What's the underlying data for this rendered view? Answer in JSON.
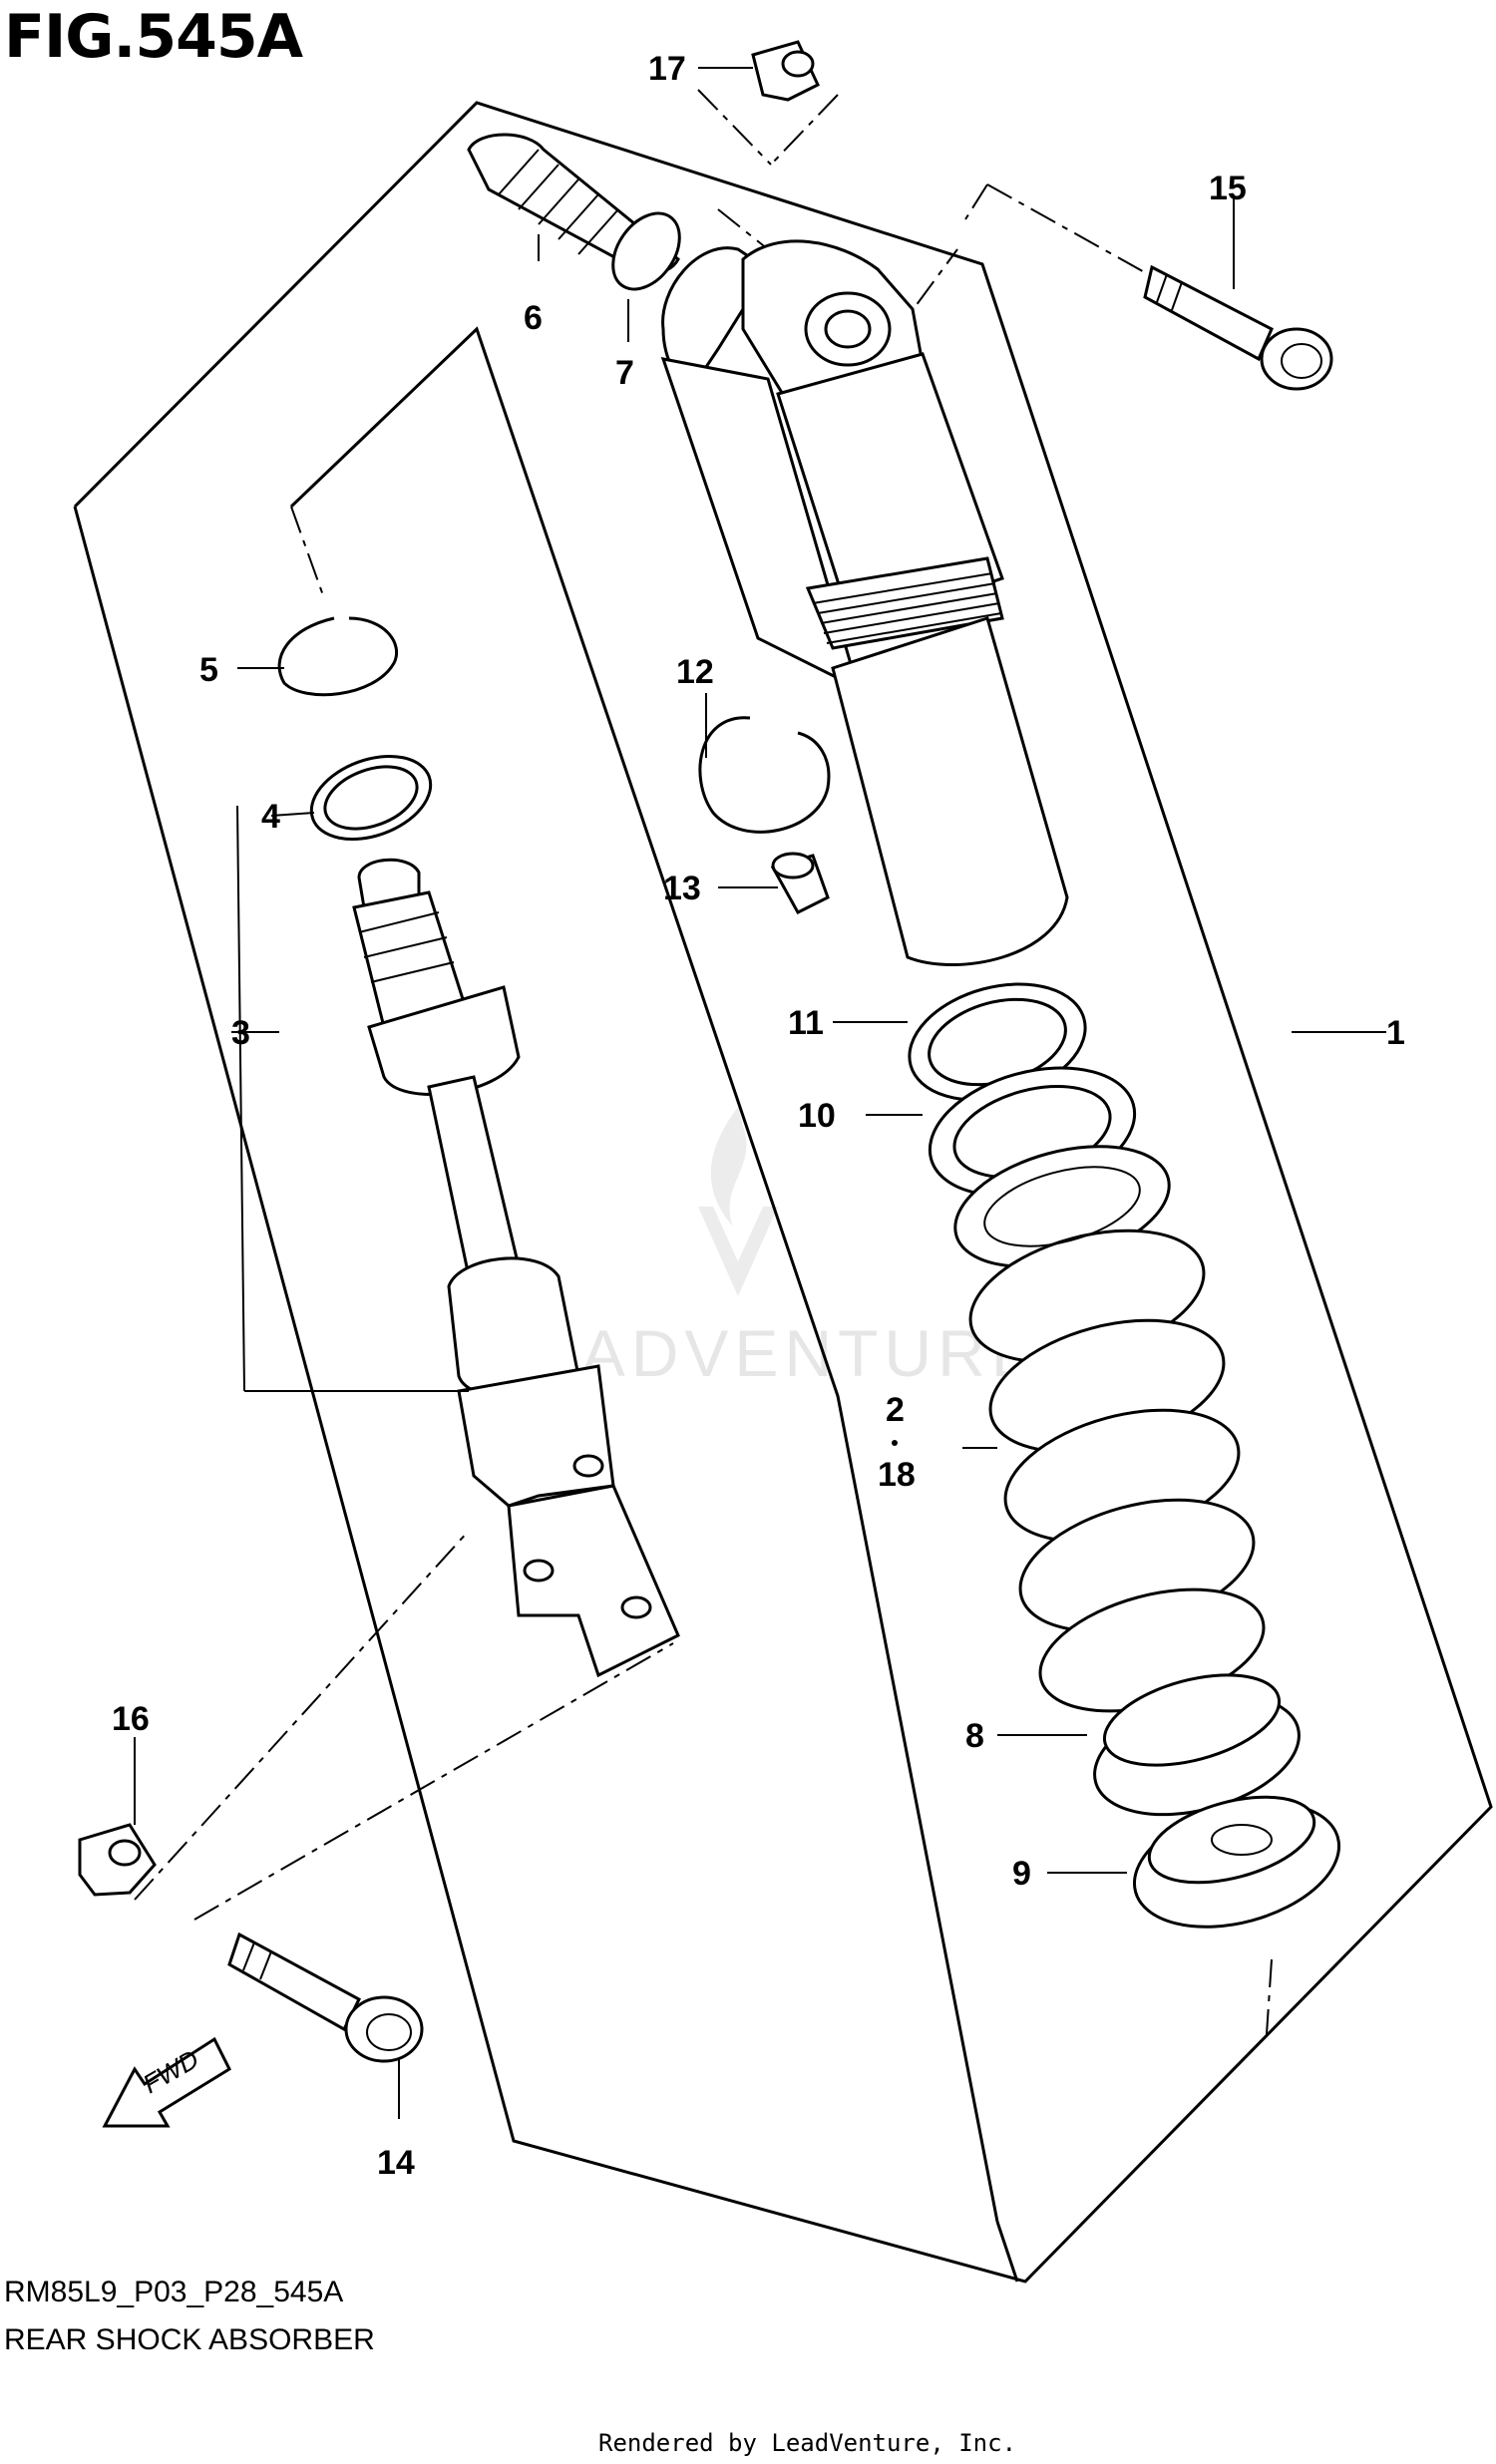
{
  "figure": {
    "title": "FIG.545A",
    "code": "RM85L9_P03_P28_545A",
    "subtitle": "REAR SHOCK ABSORBER",
    "credit": "Rendered by LeadVenture, Inc.",
    "watermark": "LEADVENTURE",
    "fwd_label": "FWD"
  },
  "callouts": [
    "1",
    "2",
    "18",
    "3",
    "4",
    "5",
    "6",
    "7",
    "8",
    "9",
    "10",
    "11",
    "12",
    "13",
    "14",
    "15",
    "16",
    "17"
  ],
  "colors": {
    "line": "#000000",
    "background": "#ffffff",
    "watermark": "#e6e6e6"
  }
}
